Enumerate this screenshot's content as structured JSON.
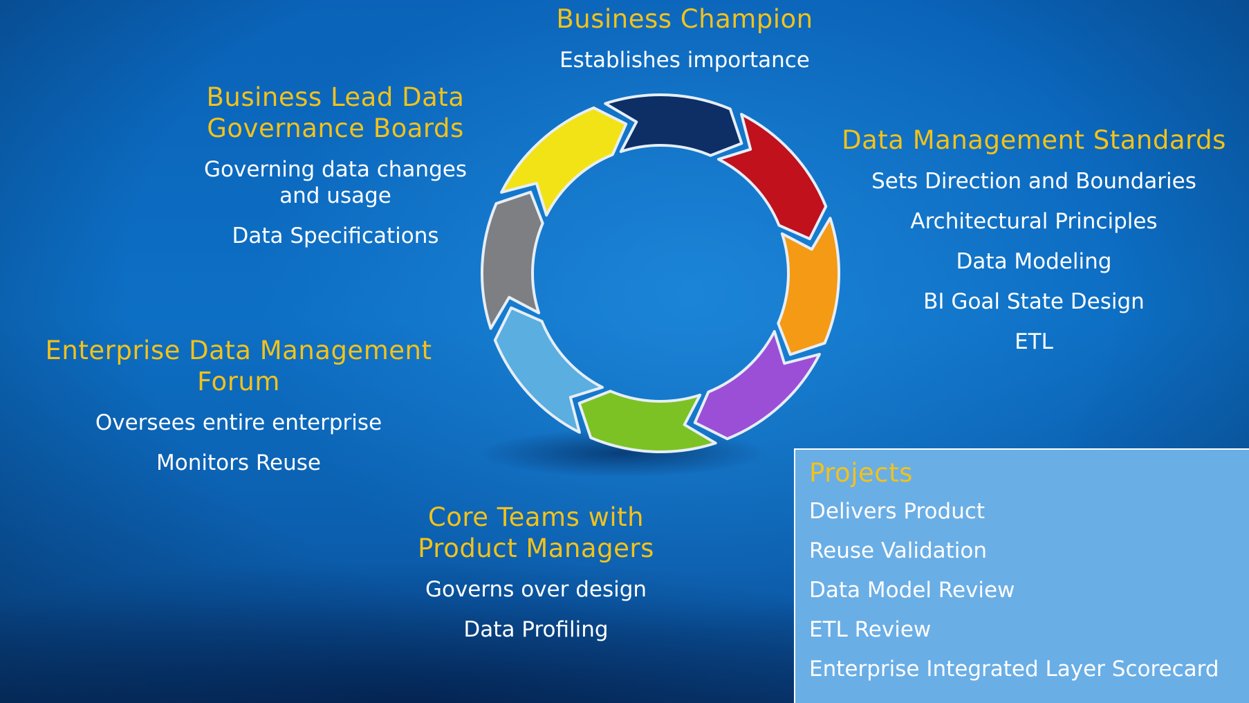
{
  "business_champion": {
    "title": "Business Champion",
    "lines": [
      "Establishes importance"
    ]
  },
  "governance_boards": {
    "title": "Business Lead Data\nGovernance Boards",
    "lines": [
      "Governing data changes\nand usage",
      "Data Specifications"
    ]
  },
  "data_management_standards": {
    "title": "Data Management Standards",
    "lines": [
      "Sets Direction and Boundaries",
      "Architectural Principles",
      "Data Modeling",
      "BI Goal State Design",
      "ETL"
    ]
  },
  "enterprise_forum": {
    "title": "Enterprise Data Management Forum",
    "lines": [
      "Oversees entire enterprise",
      "Monitors Reuse"
    ]
  },
  "core_teams": {
    "title": "Core Teams with\nProduct Managers",
    "lines": [
      "Governs over design",
      "Data Profiling"
    ]
  },
  "projects": {
    "title": "Projects",
    "items": [
      "Delivers Product",
      "Reuse Validation",
      "Data Model Review",
      "ETL Review",
      "Enterprise Integrated Layer Scorecard"
    ]
  },
  "cycle": {
    "segments": [
      {
        "name": "navy",
        "color": "#0d2f66"
      },
      {
        "name": "red",
        "color": "#c0111c"
      },
      {
        "name": "orange",
        "color": "#f59a14"
      },
      {
        "name": "purple",
        "color": "#9b4fd6"
      },
      {
        "name": "green",
        "color": "#7cc224"
      },
      {
        "name": "light-blue",
        "color": "#5aaee0"
      },
      {
        "name": "gray",
        "color": "#7d7f83"
      },
      {
        "name": "yellow",
        "color": "#f2e316"
      }
    ],
    "outline": "#e6eef7"
  }
}
